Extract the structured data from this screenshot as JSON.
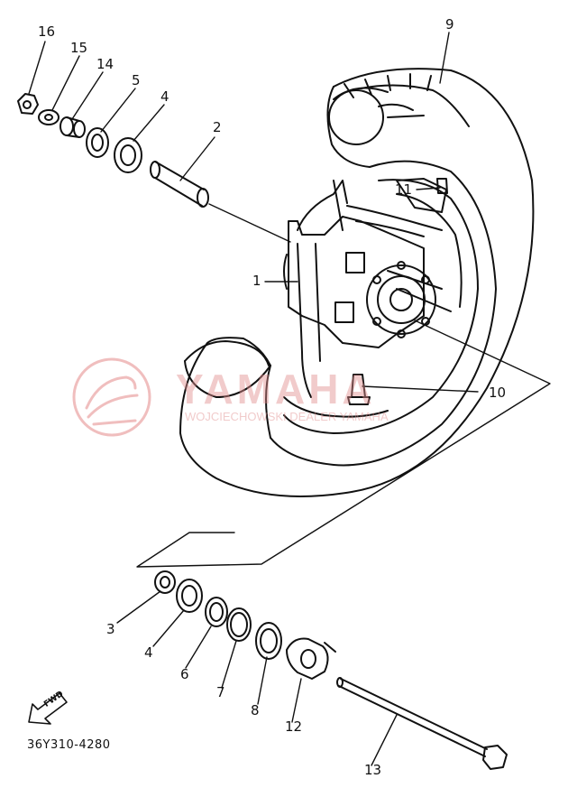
{
  "diagram": {
    "part_labels": [
      "16",
      "15",
      "14",
      "5",
      "4",
      "2",
      "9",
      "11",
      "1",
      "10",
      "3",
      "4",
      "6",
      "7",
      "8",
      "12",
      "13"
    ],
    "code": "36Y310-4280",
    "fwd": "FWD"
  },
  "watermark": {
    "brand": "YAMAHA",
    "subtitle": "WOJCIECHOWSKI DEALER YAMAHA",
    "color": "#e58a8a"
  }
}
